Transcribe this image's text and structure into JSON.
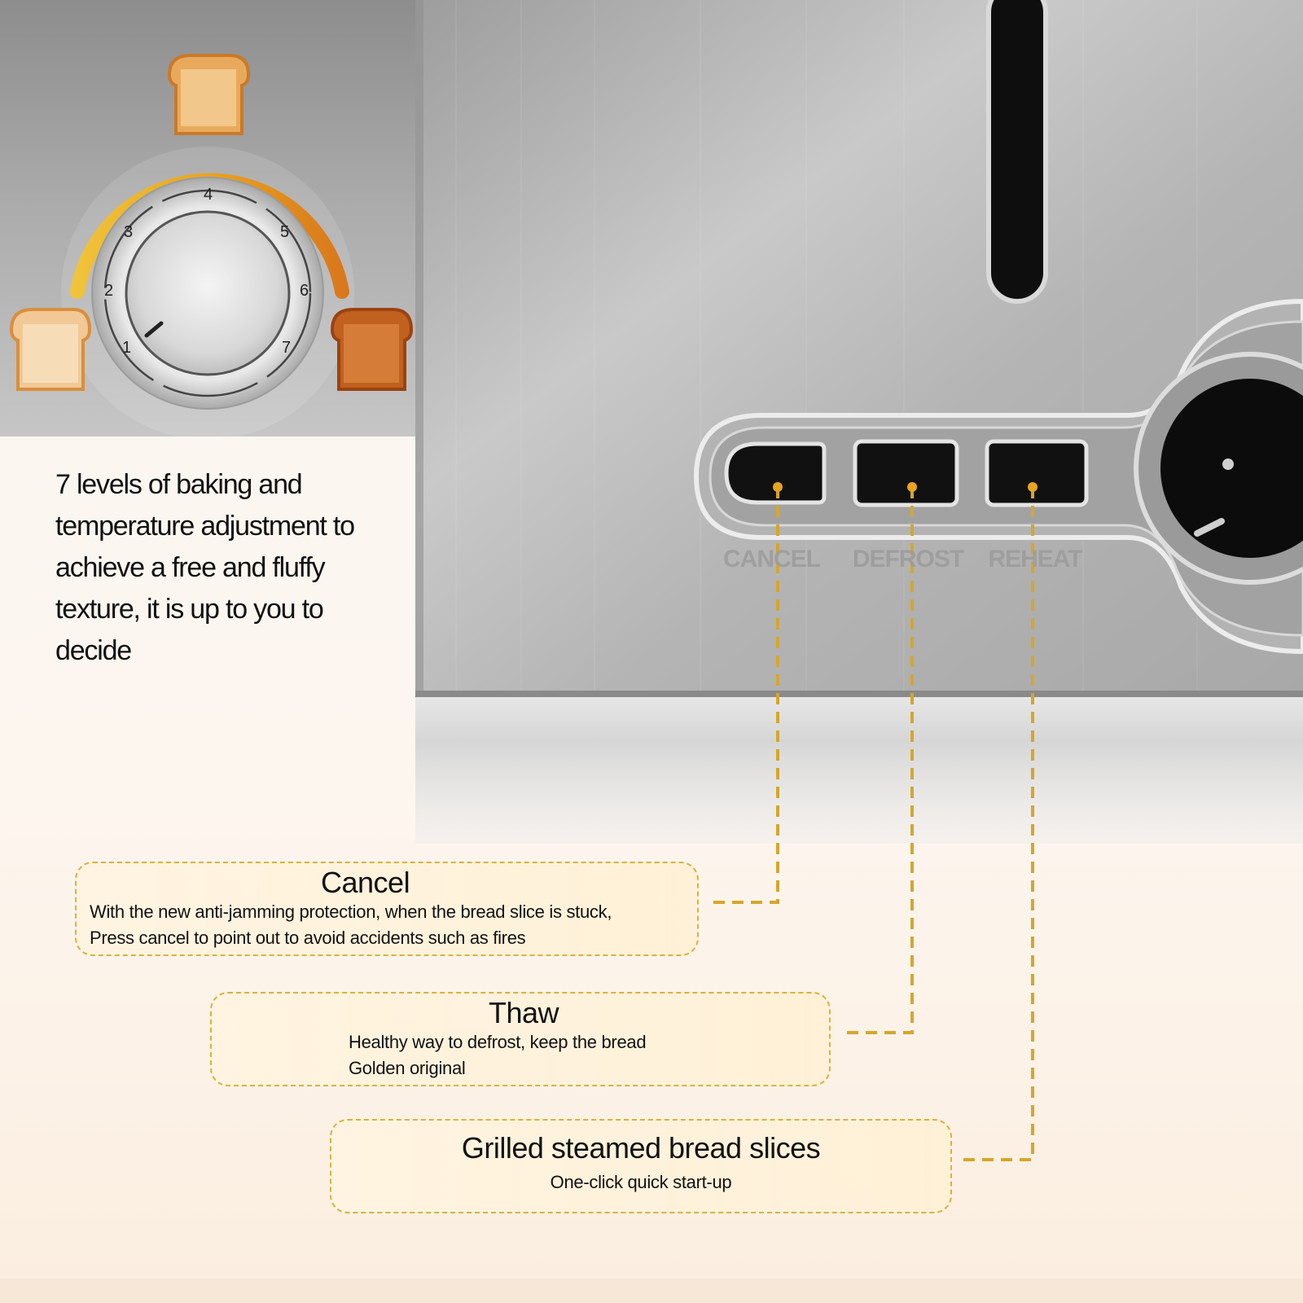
{
  "intro": {
    "text": "7 levels of baking and temperature adjustment to achieve a free and fluffy texture, it is up to you to decide"
  },
  "dial": {
    "numbers": [
      "1",
      "2",
      "3",
      "4",
      "5",
      "6",
      "7"
    ]
  },
  "panel": {
    "labels": [
      "CANCEL",
      "DEFROST",
      "REHEAT"
    ]
  },
  "callouts": {
    "cancel": {
      "title": "Cancel",
      "line1": "With the new  anti-jamming protection, when the bread slice is stuck,",
      "line2": "Press cancel to point out to avoid accidents such as fires"
    },
    "thaw": {
      "title": "Thaw",
      "line1": "Healthy way to defrost, keep the bread",
      "line2": "Golden original"
    },
    "grill": {
      "title": "Grilled steamed bread slices",
      "line1": "One-click quick start-up"
    }
  },
  "colors": {
    "accent": "#e8a420",
    "dash": "#d4a72c",
    "steel": "#b9b9b9"
  }
}
